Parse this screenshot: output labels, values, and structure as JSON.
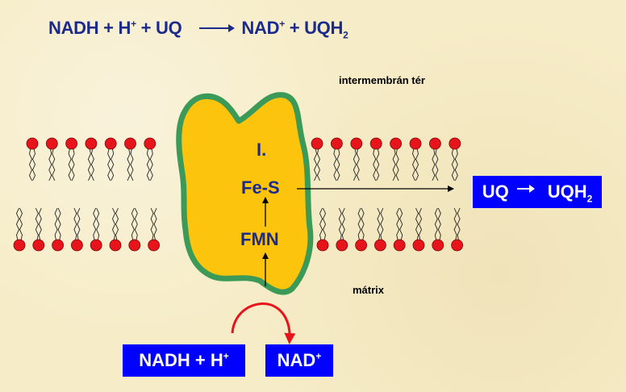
{
  "equation": {
    "left": "NADH + H",
    "left_sup": "+",
    "left_rest": " + UQ",
    "right": "NAD",
    "right_sup": "+",
    "right_rest": " + UQH",
    "right_sub": "2"
  },
  "regions": {
    "intermembrane": "intermembrán tér",
    "matrix": "mátrix"
  },
  "complex": {
    "name": "I.",
    "iron_sulfur": "Fe-S",
    "flavin": "FMN"
  },
  "output_box": {
    "from": "UQ",
    "to": "UQH",
    "to_sub": "2"
  },
  "input_boxes": {
    "substrate": "NADH + H",
    "substrate_sup": "+",
    "product": "NAD",
    "product_sup": "+"
  },
  "colors": {
    "background": "#f6ecc7",
    "title_text": "#1c2a8c",
    "lipid_head": "#e8141b",
    "protein_fill": "#fcc40c",
    "protein_outline": "#3c9a58",
    "box_fill": "#0000ff",
    "curved_arrow": "#e8141b"
  }
}
